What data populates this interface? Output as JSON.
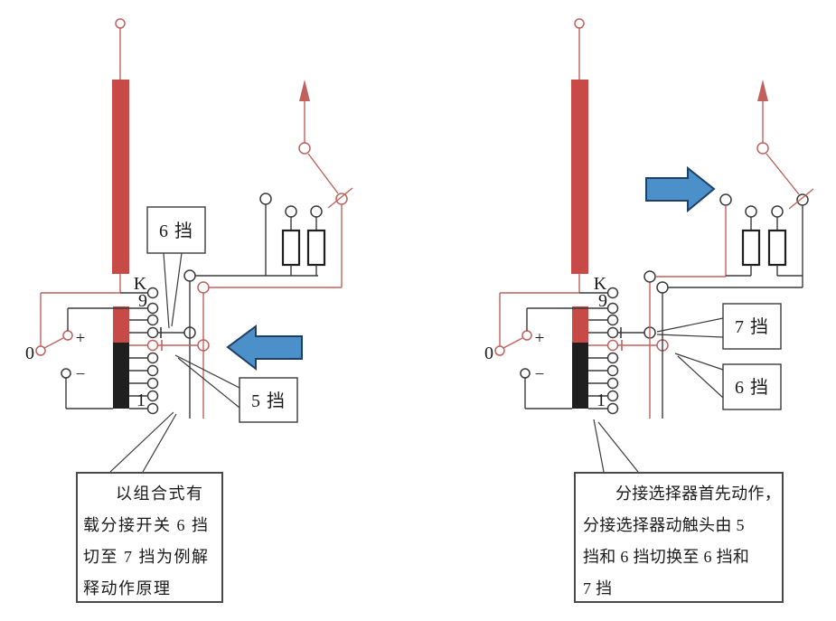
{
  "figure": {
    "type": "technical-diagram",
    "topic": "on-load tap changer (combined diverter switch + tap selector) operating principle",
    "colors": {
      "red_line": "#c0615d",
      "red_bar": "#c84a46",
      "black_line": "#3a3a3a",
      "winding_black": "#1f1f1f",
      "blue_arrow_fill": "#4b90c9",
      "blue_arrow_border": "#1f3f66"
    },
    "left": {
      "labels": {
        "k": "K",
        "nine": "9",
        "one": "1",
        "zero": "0",
        "plus": "+",
        "minus": "−"
      },
      "callout_upper": "6 挡",
      "callout_lower": "5 挡",
      "note": "以组合式有\n载分接开关 6 挡\n切至 7 挡为例解\n释动作原理"
    },
    "right": {
      "labels": {
        "k": "K",
        "nine": "9",
        "one": "1",
        "zero": "0",
        "plus": "+",
        "minus": "−"
      },
      "callout_upper": "7 挡",
      "callout_lower": "6 挡",
      "note": "分接选择器首先动作，\n分接选择器动触头由 5\n挡和 6 挡切换至 6 挡和\n7 挡"
    }
  }
}
